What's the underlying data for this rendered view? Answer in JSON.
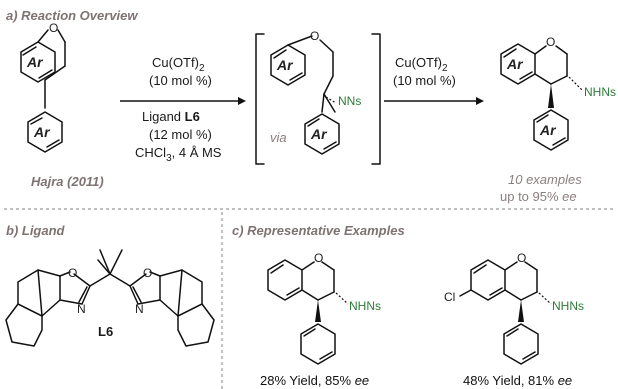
{
  "panels": {
    "a_title": "a) Reaction Overview",
    "b_title": "b) Ligand",
    "c_title": "c) Representative Examples"
  },
  "reaction": {
    "step1_reagent_line1": "Cu(OTf)",
    "step1_reagent_line2": "(10 mol %)",
    "step1_ligand_prefix": "Ligand ",
    "step1_ligand_name": "L6",
    "step1_ligand_loading": "(12 mol %)",
    "step1_solvent": "CHCl",
    "step1_additive": ", 4 Å MS",
    "via_label": "via",
    "step2_reagent_line1": "Cu(OTf)",
    "step2_reagent_line2": "(10 mol %)",
    "citation": "Hajra (2011)",
    "scope_line1": "10 examples",
    "scope_line2_prefix": "up to 95% ",
    "scope_line2_ee": "ee"
  },
  "labels": {
    "ar": "Ar",
    "oxygen": "O",
    "nitrogen": "N",
    "nns": "NHNs",
    "aziridine_n": "NNs",
    "chloro": "Cl",
    "ligand_name": "L6"
  },
  "examples": [
    {
      "yield": "28% Yield, 85% ",
      "ee": "ee"
    },
    {
      "yield": "48% Yield, 81% ",
      "ee": "ee"
    }
  ],
  "colors": {
    "title_grey": "#7f7272",
    "nns_green": "#2d7a39",
    "divider": "#9a9a9a"
  }
}
